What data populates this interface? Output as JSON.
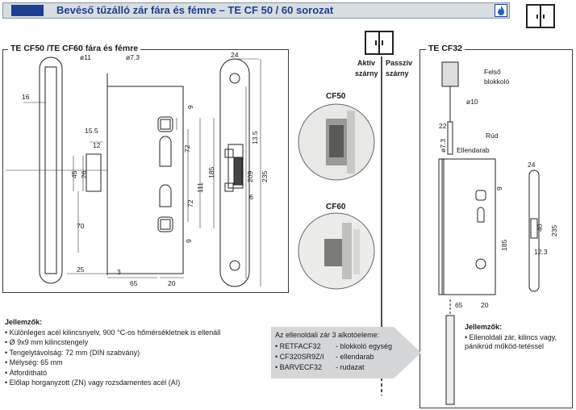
{
  "header": {
    "title": "Bevéső tűzálló zár fára és fémre – TE CF 50 / 60 sorozat",
    "accent_color": "#1d3f8f",
    "icons": [
      "flame-icon",
      "double-door-icon"
    ]
  },
  "left_section": {
    "title": "TE CF50 /TE CF60 fára és fémre",
    "dims": {
      "d24": "24",
      "d11": "ø11",
      "d73": "ø7.3",
      "d16": "16",
      "d9a": "9",
      "d155": "15.5",
      "d12": "12",
      "d45": "45",
      "d26": "26",
      "d72a": "72",
      "d185": "185",
      "d135": "13.5",
      "d209": "209",
      "d235": "235",
      "d111": "111",
      "d72b": "72",
      "d6": "6",
      "d70": "70",
      "d9b": "9",
      "d25": "25",
      "d3": "3",
      "d65": "65",
      "d20": "20"
    }
  },
  "middle": {
    "aktiv": "Aktív",
    "szarny1": "szárny",
    "passziv": "Passzív",
    "szarny2": "szárny",
    "cf50": "CF50",
    "cf60": "CF60"
  },
  "right_section": {
    "title": "TE CF32",
    "felso1": "Felső",
    "felso2": "blokkoló",
    "d10": "ø10",
    "d22": "22",
    "d73": "ø7.3",
    "rud": "Rúd",
    "ellendarab": "Ellendarab",
    "d24": "24",
    "d9": "9",
    "d185": "185",
    "d40": "40",
    "d235": "235",
    "d123": "12.3",
    "d65": "65",
    "d20": "20",
    "features_title": "Jellemzők:",
    "features": [
      "Ellenoldali zár, kilincs vagy, pánikrúd működ-tetéssel"
    ]
  },
  "features": {
    "title": "Jellemzők:",
    "items": [
      "Különleges acél kilincsnyelv, 900 °C-os hőmérsékletnek is ellenáll",
      "Ø 9x9 mm kilincstengely",
      "Tengelytávolság: 72 mm (DIN szabvány)",
      "Mélység: 65 mm",
      "Átfordítható",
      "Előlap horganyzott (ZN) vagy rozsdamentes acél (AI)"
    ]
  },
  "accessories": {
    "title": "Az ellenoldali zár 3 alkotóeleme:",
    "items": [
      {
        "code": "RETFACF32",
        "desc": "- blokkoló egység"
      },
      {
        "code": "CF320SR9Z/I",
        "desc": "- ellendarab"
      },
      {
        "code": "BARVECF32",
        "desc": "- rudazat"
      }
    ]
  }
}
